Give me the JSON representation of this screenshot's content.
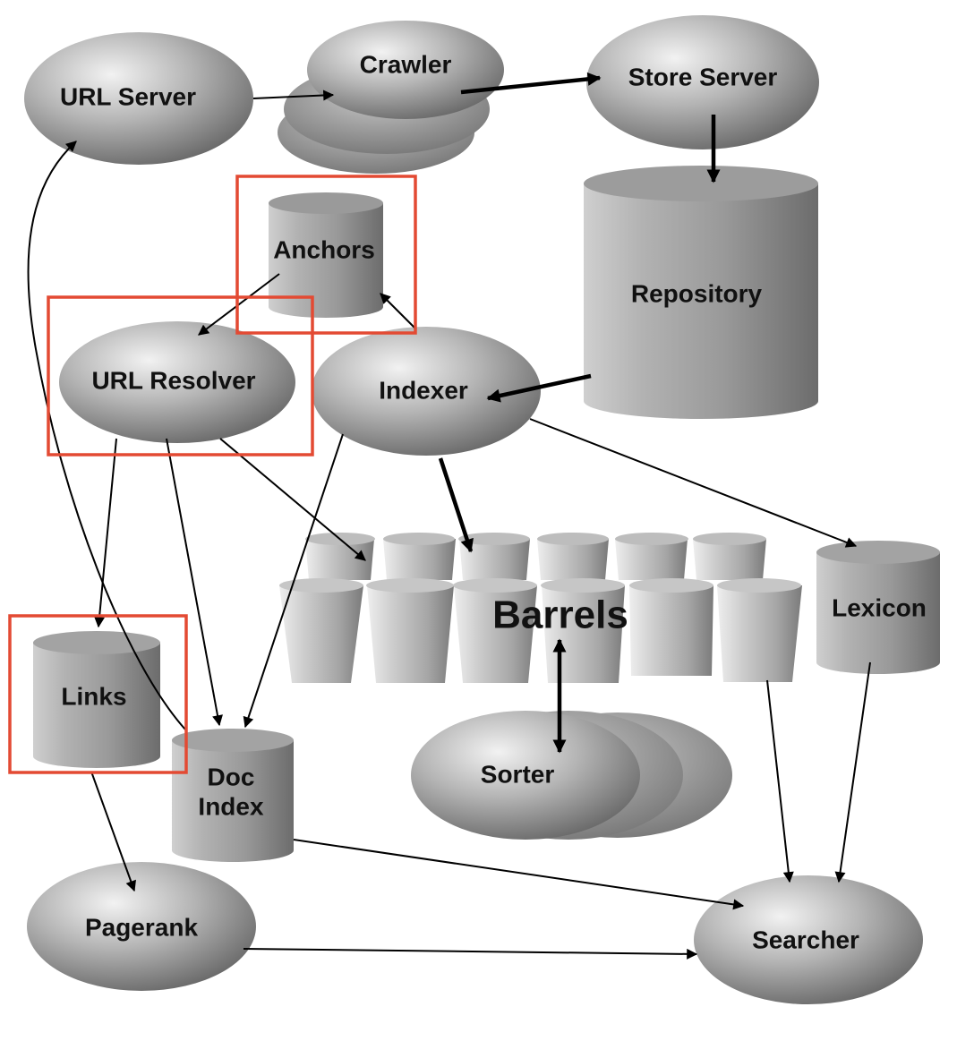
{
  "diagram": {
    "nodes": {
      "url_server": "URL Server",
      "crawler": "Crawler",
      "store_server": "Store Server",
      "anchors": "Anchors",
      "repository": "Repository",
      "url_resolver": "URL Resolver",
      "indexer": "Indexer",
      "barrels": "Barrels",
      "lexicon": "Lexicon",
      "links": "Links",
      "doc_index_line1": "Doc",
      "doc_index_line2": "Index",
      "sorter": "Sorter",
      "pagerank": "Pagerank",
      "searcher": "Searcher"
    },
    "highlights": [
      "Anchors",
      "URL Resolver",
      "Links"
    ],
    "colors": {
      "node_light": "#dcdcdc",
      "node_dark": "#6e6e6e",
      "highlight": "#e34a33",
      "edge": "#000000"
    }
  }
}
